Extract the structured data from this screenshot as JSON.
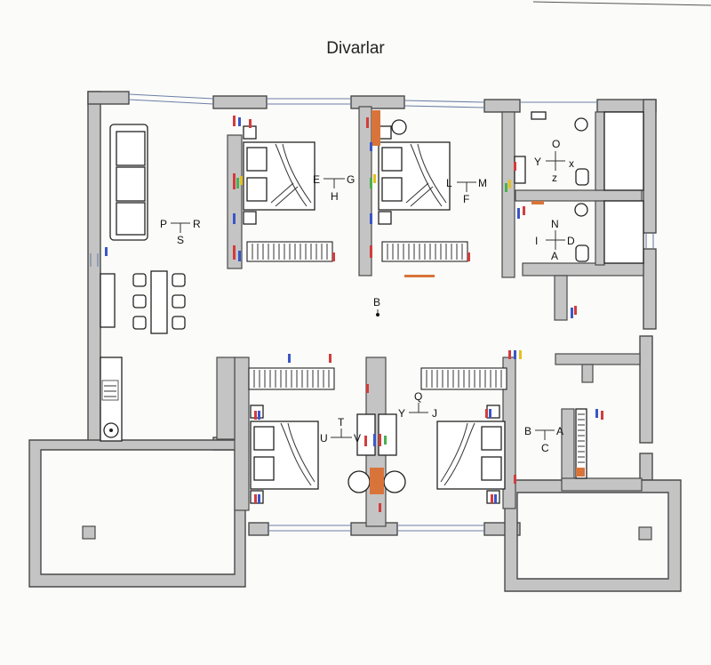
{
  "title": "Divarlar",
  "labels": {
    "living": {
      "left": "P",
      "right": "R",
      "bottom": "S"
    },
    "bedroom1": {
      "left": "E",
      "right": "G",
      "bottom": "H"
    },
    "bedroom2": {
      "left": "L",
      "right": "M",
      "bottom": "F"
    },
    "bath_top": {
      "top": "O",
      "left": "Y",
      "right": "x",
      "bottom": "z"
    },
    "bath_bottom": {
      "top": "N",
      "left": "I",
      "right": "D",
      "bottom": "A"
    },
    "hall": {
      "top": "B"
    },
    "bedroom3": {
      "top": "T",
      "left": "U",
      "right": "V"
    },
    "bedroom4": {
      "top": "Q",
      "left": "Y",
      "right": "J"
    },
    "corridor_right": {
      "left": "B",
      "right": "A",
      "bottom": "C"
    }
  },
  "colors": {
    "wall": "#c4c4c4",
    "wall_stroke": "#4a4a4a",
    "window": "#6b7fa6",
    "pipe_red": "#d23c3c",
    "pipe_blue": "#3a56c8",
    "accent_orange": "#d8743a"
  }
}
